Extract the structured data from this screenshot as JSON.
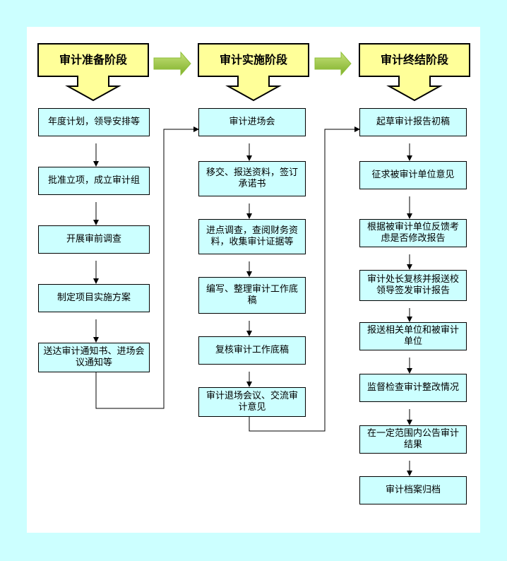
{
  "stages": [
    {
      "title": "审计准备阶段",
      "steps": [
        "年度计划，领导安排等",
        "批准立项，成立审计组",
        "开展审前调查",
        "制定项目实施方案",
        "送达审计通知书、进场会议通知等"
      ]
    },
    {
      "title": "审计实施阶段",
      "steps": [
        "审计进场会",
        "移交、报送资料，签订承诺书",
        "进点调查，查阅财务资料，收集审计证据等",
        "编写、整理审计工作底稿",
        "复核审计工作底稿",
        "审计退场会议、交流审计意见"
      ]
    },
    {
      "title": "审计终结阶段",
      "steps": [
        "起草审计报告初稿",
        "征求被审计单位意见",
        "根据被审计单位反馈考虑是否修改报告",
        "审计处长复核并报送校领导签发审计报告",
        "报送相关单位和被审计单位",
        "监督检查审计整改情况",
        "在一定范围内公告审计结果",
        "审计档案归档"
      ]
    }
  ],
  "colors": {
    "page_bg": "#ccffff",
    "panel_bg": "#ffffff",
    "box_fill": "#ccffff",
    "header_fill": "#ffff99",
    "header_border": "#000000",
    "arrow_green": "#99cc33",
    "line": "#000000"
  }
}
